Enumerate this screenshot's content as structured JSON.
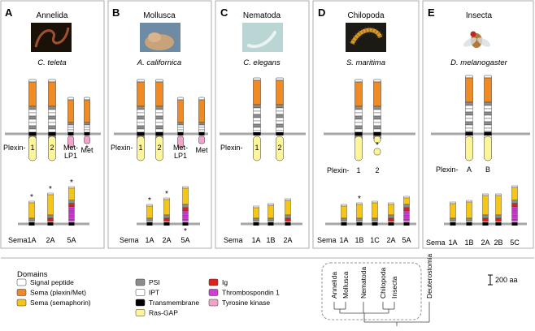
{
  "panels": [
    {
      "letter": "A",
      "taxon": "Annelida",
      "species": "C. teleta",
      "plexins": [
        {
          "label": "Plexin-",
          "t": "plain"
        },
        {
          "label": "1",
          "t": "plain"
        },
        {
          "label": "2",
          "t": "plain"
        },
        {
          "label": "Met-",
          "t": "plain"
        },
        {
          "label": "LP1",
          "t": "plain"
        },
        {
          "label": "Met",
          "t": "plain"
        }
      ],
      "semas": [
        "Sema",
        "1A",
        "2A",
        "5A"
      ]
    },
    {
      "letter": "B",
      "taxon": "Mollusca",
      "species": "A. californica",
      "plexins": [
        {
          "label": "Plexin-",
          "t": "plain"
        },
        {
          "label": "1",
          "t": "plain"
        },
        {
          "label": "2",
          "t": "plain"
        },
        {
          "label": "Met-",
          "t": "plain"
        },
        {
          "label": "LP1",
          "t": "plain"
        },
        {
          "label": "Met",
          "t": "plain"
        }
      ],
      "semas": [
        "Sema",
        "1A",
        "2A",
        "5A"
      ]
    },
    {
      "letter": "C",
      "taxon": "Nematoda",
      "species": "C. elegans",
      "plexins": [
        {
          "label": "Plexin-",
          "t": "plain"
        },
        {
          "label": "1",
          "t": "plain"
        },
        {
          "label": "2",
          "t": "plain"
        }
      ],
      "semas": [
        "Sema",
        "1A",
        "1B",
        "2A"
      ]
    },
    {
      "letter": "D",
      "taxon": "Chilopoda",
      "species": "S. maritima",
      "plexins": [
        {
          "label": "Plexin-",
          "t": "plain"
        },
        {
          "label": "1",
          "t": "plain"
        },
        {
          "label": "2",
          "t": "plain"
        }
      ],
      "semas": [
        "Sema",
        "1A",
        "1B",
        "1C",
        "2A",
        "5A"
      ]
    },
    {
      "letter": "E",
      "taxon": "Insecta",
      "species": "D. melanogaster",
      "plexins": [
        {
          "label": "Plexin-",
          "t": "plain"
        },
        {
          "label": "A",
          "t": "plain"
        },
        {
          "label": "B",
          "t": "plain"
        }
      ],
      "semas": [
        "Sema",
        "1A",
        "1B",
        "2A",
        "2B",
        "5C"
      ]
    }
  ],
  "star": "*",
  "legend": {
    "title": "Domains",
    "items": [
      {
        "label": "Signal peptide",
        "color": "#ffffff"
      },
      {
        "label": "Sema (plexin/Met)",
        "color": "#f08a24"
      },
      {
        "label": "Sema (semaphorin)",
        "color": "#f5c518"
      },
      {
        "label": "PSI",
        "color": "#8c8c8c"
      },
      {
        "label": "IPT",
        "color": "#ffffff"
      },
      {
        "label": "Transmembrane",
        "color": "#000000"
      },
      {
        "label": "Ras-GAP",
        "color": "#fdf59a"
      },
      {
        "label": "Ig",
        "color": "#e0201b"
      },
      {
        "label": "Thrombospondin 1",
        "color": "#d43bd8"
      },
      {
        "label": "Tyrosine kinase",
        "color": "#f2a3c7"
      }
    ]
  },
  "tree": {
    "taxa": [
      "Annelida",
      "Mollusca",
      "Nematoda",
      "Chilopoda",
      "Insecta",
      "Deuterostomia"
    ]
  },
  "scale_label": "200 aa",
  "colors": {
    "signal": "#ffffff",
    "sema_plexin": "#f08a24",
    "sema_semaphorin": "#f5c518",
    "psi": "#8c8c8c",
    "ipt": "#ffffff",
    "tm": "#000000",
    "rasgap": "#fdf59a",
    "ig": "#e0201b",
    "tsp": "#d43bd8",
    "tk": "#f2a3c7",
    "membrane": "#a6a6a6"
  }
}
